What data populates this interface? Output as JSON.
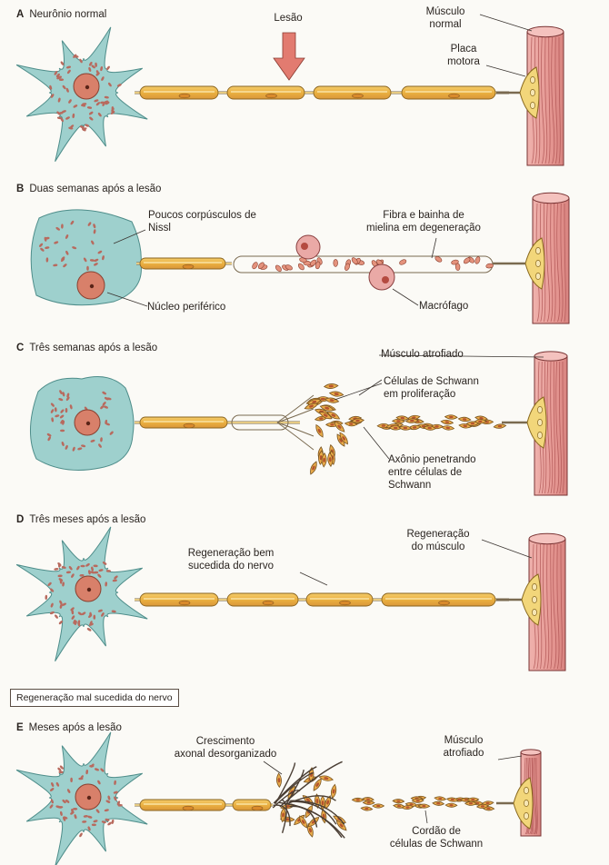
{
  "panels": {
    "A": {
      "letter": "A",
      "title": "Neurônio normal",
      "lesion": "Lesão",
      "muscle_normal": "Músculo\nnormal",
      "motor_plate": "Placa\nmotora"
    },
    "B": {
      "letter": "B",
      "title": "Duas semanas após a lesão",
      "few_nissl": "Poucos corpúsculos de\nNissl",
      "fiber_degen": "Fibra e bainha de\nmielina em degeneração",
      "peripheral_nucleus": "Núcleo periférico",
      "macrophage": "Macrófago"
    },
    "C": {
      "letter": "C",
      "title": "Três semanas após a lesão",
      "atrophied": "Músculo atrofiado",
      "schwann_prolif": "Células de Schwann\nem proliferação",
      "axon_penetrating": "Axônio penetrando\nentre células de\nSchwann"
    },
    "D": {
      "letter": "D",
      "title": "Três meses após a lesão",
      "regen_good": "Regeneração bem\nsucedida do nervo",
      "regen_muscle": "Regeneração\ndo músculo"
    },
    "E": {
      "letter": "E",
      "title": "Meses após a lesão",
      "box_label": "Regeneração mal sucedida do nervo",
      "disorganized": "Crescimento\naxonal desorganizado",
      "atrophied": "Músculo\natrofiado",
      "schwann_cord": "Cordão de\ncélulas de Schwann"
    }
  },
  "colors": {
    "cell_body": "#9ed0cd",
    "nucleus": "#d8806a",
    "nissl": "#b86a5e",
    "myelin": "#edb547",
    "axon": "#f6d98a",
    "muscle": "#e9a09c",
    "muscle_lines": "#a84c4c",
    "plate": "#f2d67a",
    "arrow": "#e27b70"
  }
}
